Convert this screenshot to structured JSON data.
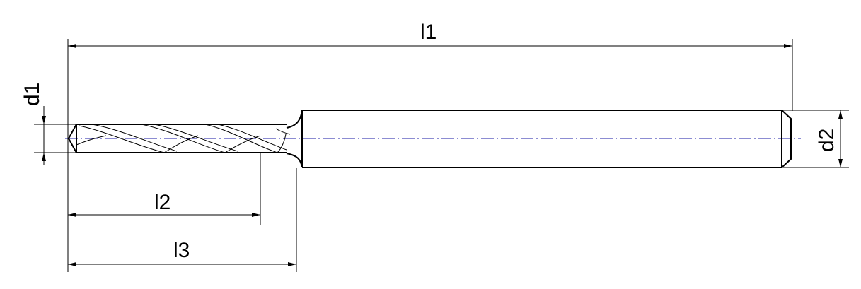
{
  "dimensions": {
    "l1": "l1",
    "l2": "l2",
    "l3": "l3",
    "d1": "d1",
    "d2": "d2"
  },
  "colors": {
    "line": "#000000",
    "centerline": "#1a1aa6",
    "background": "#ffffff"
  }
}
